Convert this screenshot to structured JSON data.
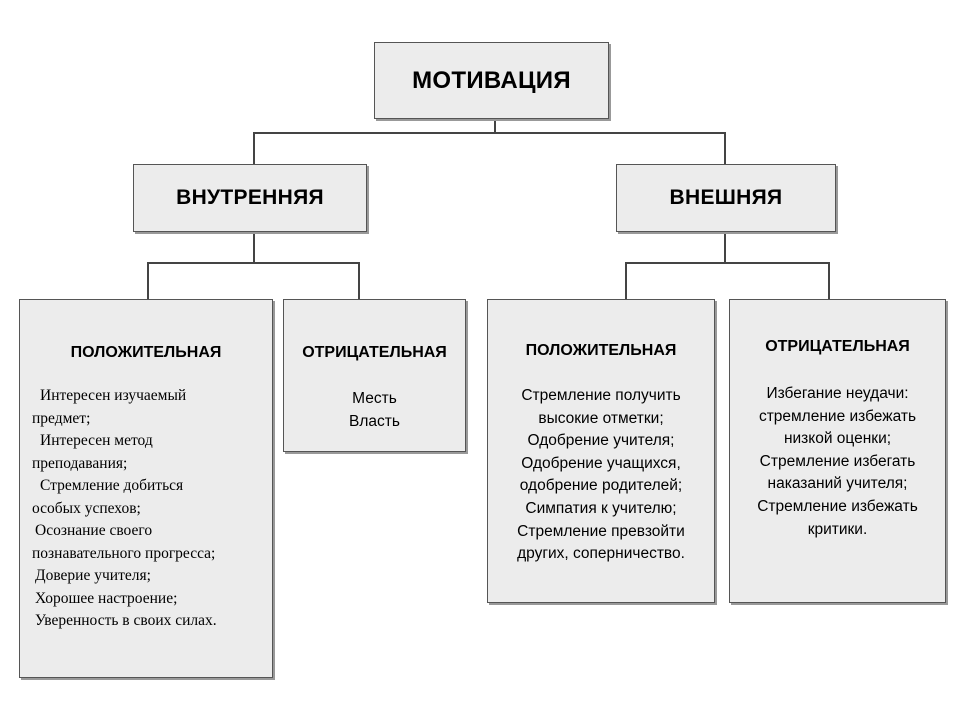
{
  "root": {
    "label": "МОТИВАЦИЯ"
  },
  "internal": {
    "label": "ВНУТРЕННЯЯ",
    "positive": {
      "title": "ПОЛОЖИТЕЛЬНАЯ",
      "lines": [
        "Интересен изучаемый",
        "предмет;",
        "Интересен метод",
        "преподавания;",
        "Стремление добиться",
        "особых успехов;",
        "Осознание своего",
        "познавательного прогресса;",
        "Доверие учителя;",
        "Хорошее настроение;",
        "Уверенность в своих силах."
      ]
    },
    "negative": {
      "title": "ОТРИЦАТЕЛЬНАЯ",
      "lines": [
        "Месть",
        "Власть"
      ]
    }
  },
  "external": {
    "label": "ВНЕШНЯЯ",
    "positive": {
      "title": "ПОЛОЖИТЕЛЬНАЯ",
      "lines": [
        "Стремление получить",
        "высокие отметки;",
        "Одобрение учителя;",
        "Одобрение учащихся,",
        "одобрение родителей;",
        "Симпатия к учителю;",
        "Стремление превзойти",
        "других, соперничество."
      ]
    },
    "negative": {
      "title": "ОТРИЦАТЕЛЬНАЯ",
      "lines": [
        "Избегание неудачи:",
        "стремление избежать",
        "низкой оценки;",
        "Стремление избегать",
        "наказаний учителя;",
        "Стремление избежать",
        "критики."
      ]
    }
  }
}
